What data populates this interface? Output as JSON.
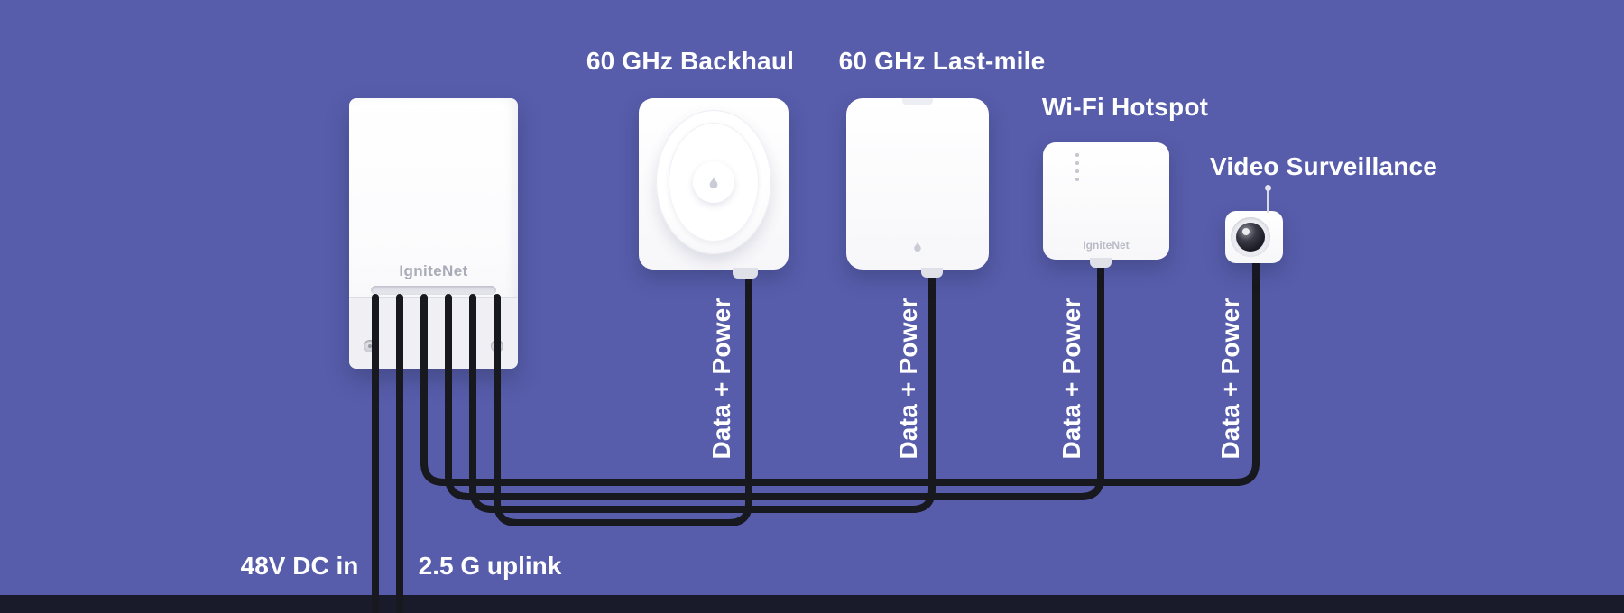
{
  "canvas": {
    "background_color": "#575dab",
    "footer_color": "#191b2b",
    "cable_color": "#18181f",
    "text_color": "#ffffff"
  },
  "switch": {
    "brand": "IgniteNet",
    "dc_label": "48V DC in",
    "uplink_label": "2.5 G uplink"
  },
  "devices": [
    {
      "name": "60-ghz-backhaul",
      "label": "60 GHz Backhaul",
      "cable_label": "Data + Power"
    },
    {
      "name": "60-ghz-last-mile",
      "label": "60 GHz Last-mile",
      "cable_label": "Data + Power"
    },
    {
      "name": "wifi-hotspot",
      "label": "Wi-Fi Hotspot",
      "cable_label": "Data + Power",
      "brand": "IgniteNet"
    },
    {
      "name": "video-surveillance",
      "label": "Video Surveillance",
      "cable_label": "Data + Power"
    }
  ]
}
